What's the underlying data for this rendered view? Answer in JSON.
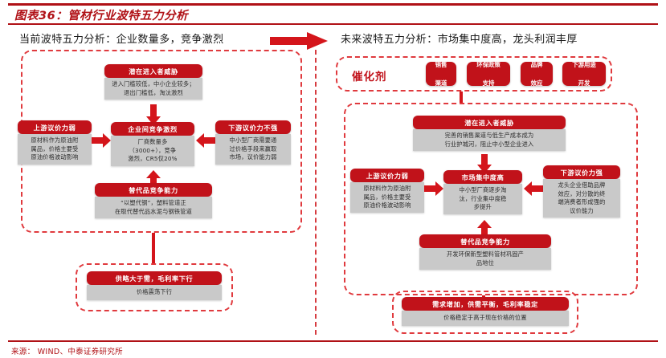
{
  "figure": {
    "title": "图表36：管材行业波特五力分析",
    "source": "来源： WIND、中泰证券研究所",
    "accent_color": "#b01116",
    "node_header_color": "#c1121a",
    "node_body_color": "#c9c9c9",
    "dashed_border_color": "#e03a3e"
  },
  "left_panel": {
    "heading": "当前波特五力分析：企业数量多，竞争激烈",
    "nodes": {
      "entrants": {
        "title": "潜在进入者威胁",
        "body": "进入门槛较低，中小企业较多；\n退出门槛低，淘汰激烈"
      },
      "suppliers": {
        "title": "上游议价力弱",
        "body": "原材料作为原油附\n属品，价格主要受\n原油价格波动影响"
      },
      "rivalry": {
        "title": "企业间竞争激烈",
        "body": "厂商数量多\n（3000+），竞争\n激烈，CR5仅20%"
      },
      "buyers": {
        "title": "下游议价力不强",
        "body": "中小型厂商需要通\n过价格手段来赢取\n市场，议价能力弱"
      },
      "substitutes": {
        "title": "替代品竞争能力",
        "body": "“以塑代钢”，塑料管道正\n在取代替代品水泥与钢铁管道"
      },
      "conclusion": {
        "title": "供略大于需，毛利率下行",
        "body": "价格震荡下行"
      }
    }
  },
  "right_panel": {
    "heading": "未来波特五力分析：市场集中度高，龙头利润丰厚",
    "catalyst": {
      "label": "催化剂",
      "items": [
        {
          "line1": "销售",
          "line2": "渠道"
        },
        {
          "line1": "环保政策",
          "line2": "支持"
        },
        {
          "line1": "品牌",
          "line2": "效应"
        },
        {
          "line1": "下游用途",
          "line2": "开发"
        }
      ]
    },
    "nodes": {
      "entrants": {
        "title": "潜在进入者威胁",
        "body": "完善的销售渠道与低生产成本成为\n行业护城河，阻止中小型企业进入"
      },
      "suppliers": {
        "title": "上游议价力弱",
        "body": "原材料作为原油附\n属品，价格主要受\n原油价格波动影响"
      },
      "rivalry": {
        "title": "市场集中度高",
        "body": "中小型厂商逐步淘\n汰，行业集中度稳\n步提升"
      },
      "buyers": {
        "title": "下游议价力强",
        "body": "龙头企业借助品牌\n效应，对分散的终\n端消费者形成强的\n议价能力"
      },
      "substitutes": {
        "title": "替代品竞争能力",
        "body": "开发环保新型塑料管材巩固产\n品地位"
      },
      "conclusion": {
        "title": "需求增加，供需平衡，毛利率稳定",
        "body": "价格稳定于高于现在价格的位置"
      }
    }
  }
}
